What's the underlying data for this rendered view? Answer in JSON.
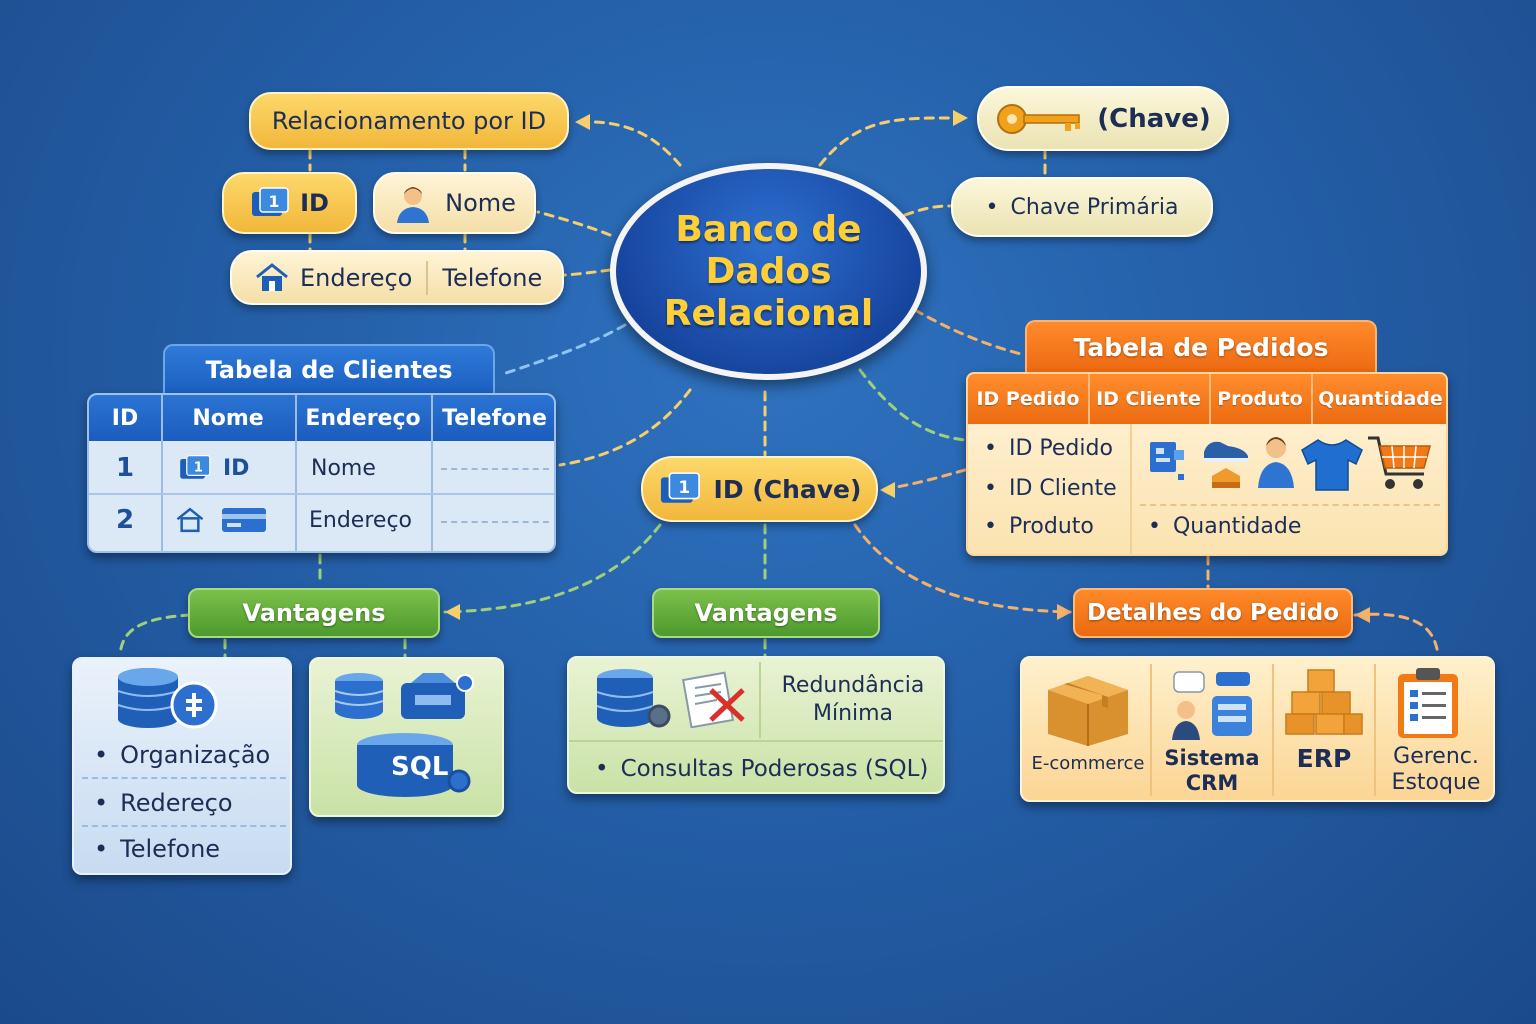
{
  "center": {
    "line1": "Banco de",
    "line2": "Dados",
    "line3": "Relacional"
  },
  "relationship": {
    "title": "Relacionamento por ID",
    "id": "ID",
    "nome": "Nome",
    "endereco": "Endereço",
    "telefone": "Telefone"
  },
  "key": {
    "label": "(Chave)",
    "primary": "Chave Primária"
  },
  "clients_table": {
    "title": "Tabela de Clientes",
    "headers": [
      "ID",
      "Nome",
      "Endereço",
      "Telefone"
    ],
    "row1": {
      "num": "1",
      "id": "ID",
      "nome": "Nome"
    },
    "row2": {
      "num": "2",
      "endereco": "Endereço"
    }
  },
  "orders_table": {
    "title": "Tabela de Pedidos",
    "headers": [
      "ID Pedido",
      "ID Cliente",
      "Produto",
      "Quantidade"
    ],
    "bullets": [
      "ID Pedido",
      "ID Cliente",
      "Produto"
    ],
    "quantidade": "Quantidade"
  },
  "id_key": {
    "label": "ID (Chave)"
  },
  "advantages_left": {
    "title": "Vantagens",
    "items": [
      "Organização",
      "Redereço",
      "Telefone"
    ],
    "sql": "SQL"
  },
  "advantages_center": {
    "title": "Vantagens",
    "redundancy_line1": "Redundância",
    "redundancy_line2": "Mínima",
    "queries": "Consultas Poderosas (SQL)"
  },
  "order_details": {
    "title": "Detalhes do Pedido",
    "ecommerce": "E-commerce",
    "crm_line1": "Sistema",
    "crm_line2": "CRM",
    "erp": "ERP",
    "stock_line1": "Gerenc.",
    "stock_line2": "Estoque"
  },
  "colors": {
    "background": "#245fa8",
    "accent_yellow": "#f2b73b",
    "accent_orange": "#ec6a12",
    "accent_green": "#4d9a2d",
    "title_gold": "#ffcf3a"
  }
}
